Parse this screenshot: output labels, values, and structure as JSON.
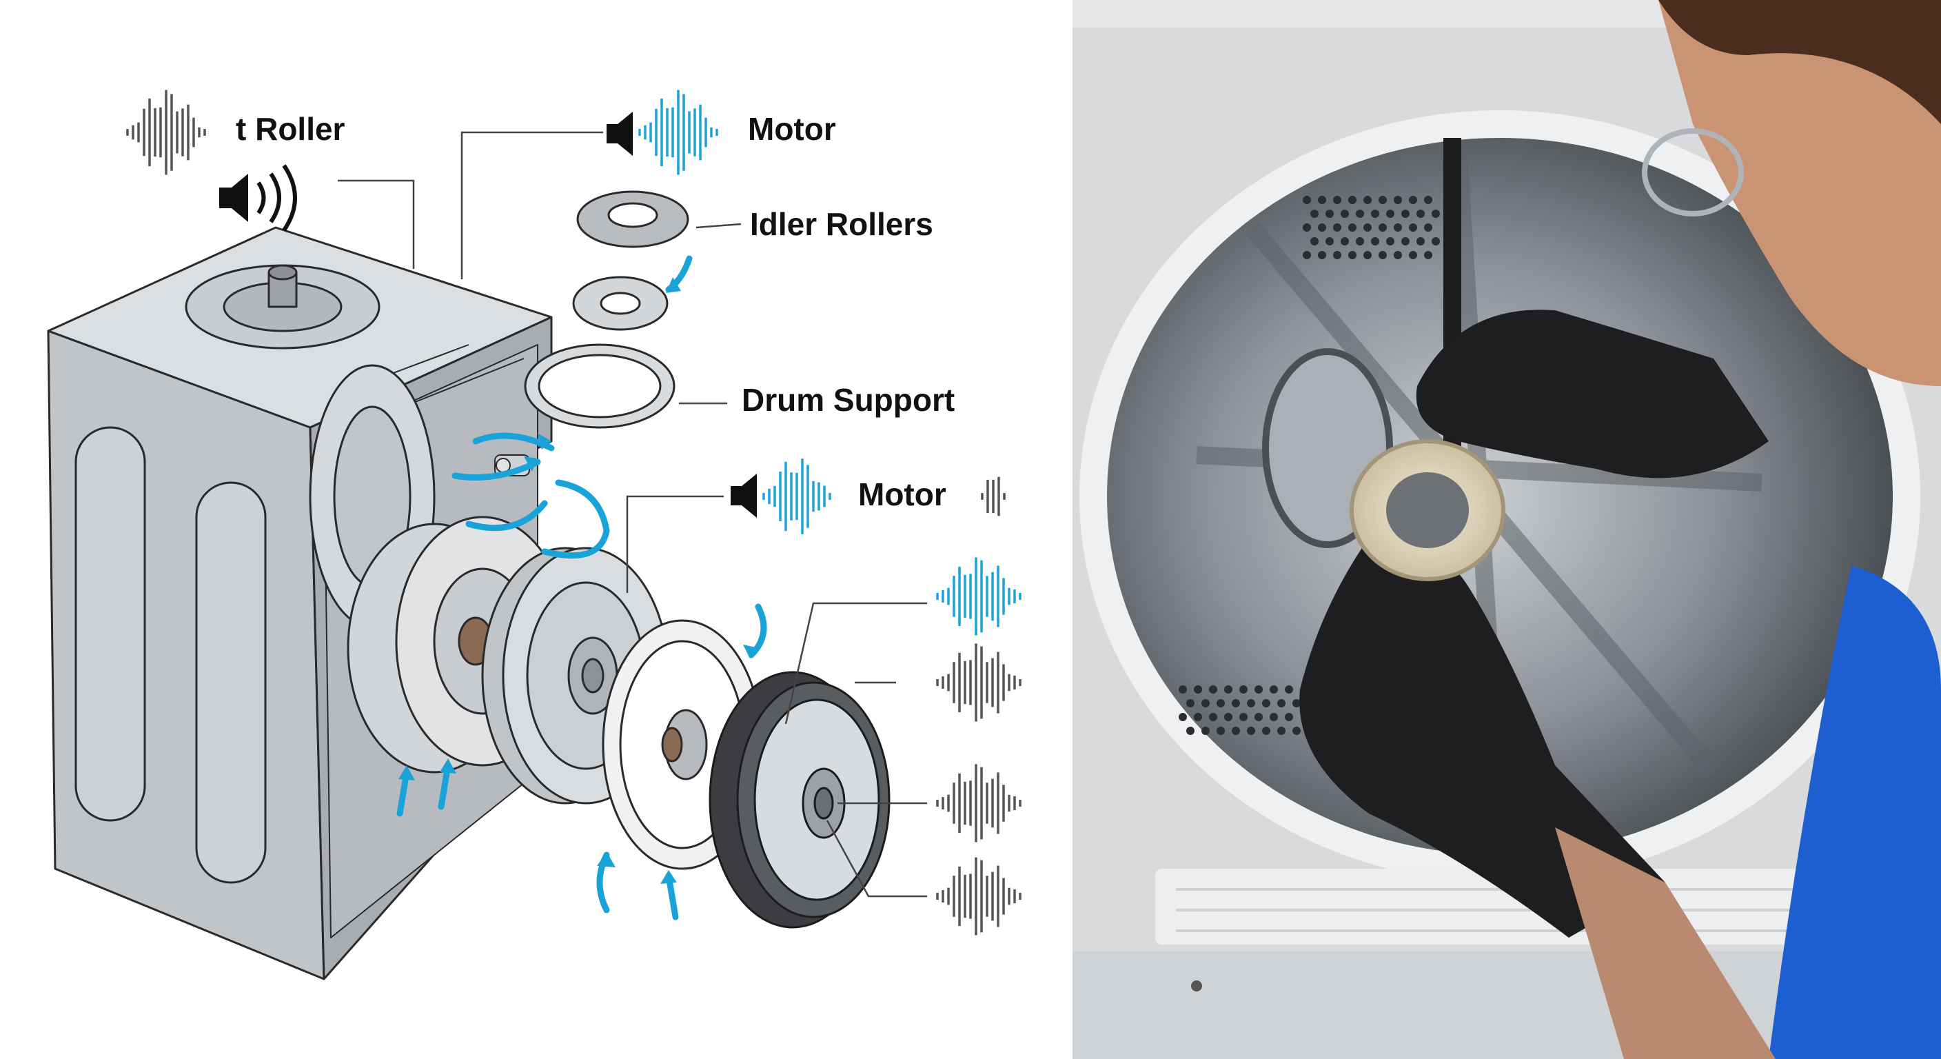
{
  "diagram": {
    "labels": {
      "belt_roller": "t Roller",
      "motor_top": "Motor",
      "idler_rollers": "Idler Rollers",
      "drum_support": "Drum Support",
      "motor_mid": "Motor"
    },
    "icons": [
      "speaker-icon",
      "sound-waves-icon",
      "airflow-arrow-icon"
    ],
    "colors": {
      "accent_blue": "#1aa3d9",
      "line_dark": "#2a2a2a",
      "casing_grey": "#bfc2c5",
      "wave_grey": "#555555"
    }
  },
  "photo": {
    "subject": "technician-replacing-drum-roller",
    "colors": {
      "glove": "#1e1e20",
      "shirt": "#1d5fd1",
      "roller": "#e6dcc6",
      "drum_steel": "#9aa1a8"
    }
  }
}
